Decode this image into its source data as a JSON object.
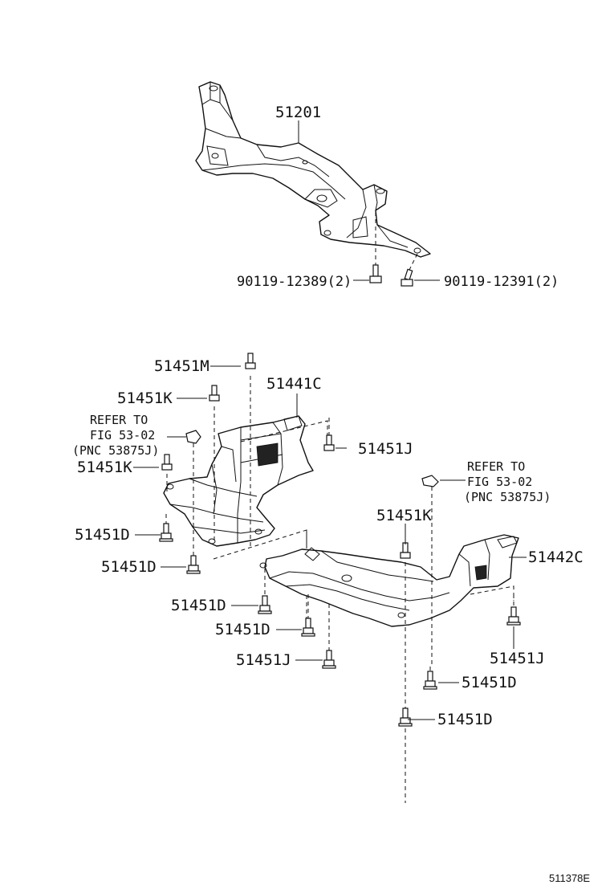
{
  "callouts": {
    "p51201": "51201",
    "p90119_12389": "90119-12389(2)",
    "p90119_12391": "90119-12391(2)",
    "p51451M": "51451M",
    "p51441C": "51441C",
    "p51451K_top": "51451K",
    "p51451J_upper": "51451J",
    "p51451K_left": "51451K",
    "p51451D_left1": "51451D",
    "p51451D_left2": "51451D",
    "p51451K_right": "51451K",
    "p51442C": "51442C",
    "p51451D_mid1": "51451D",
    "p51451D_mid2": "51451D",
    "p51451J_mid": "51451J",
    "p51451J_right": "51451J",
    "p51451D_right1": "51451D",
    "p51451D_right2": "51451D"
  },
  "refer_left": {
    "line1": "REFER TO",
    "line2": "FIG 53-02",
    "line3": "(PNC 53875J)"
  },
  "refer_right": {
    "line1": "REFER TO",
    "line2": "FIG 53-02",
    "line3": "(PNC 53875J)"
  },
  "diagram_code": "511378E"
}
